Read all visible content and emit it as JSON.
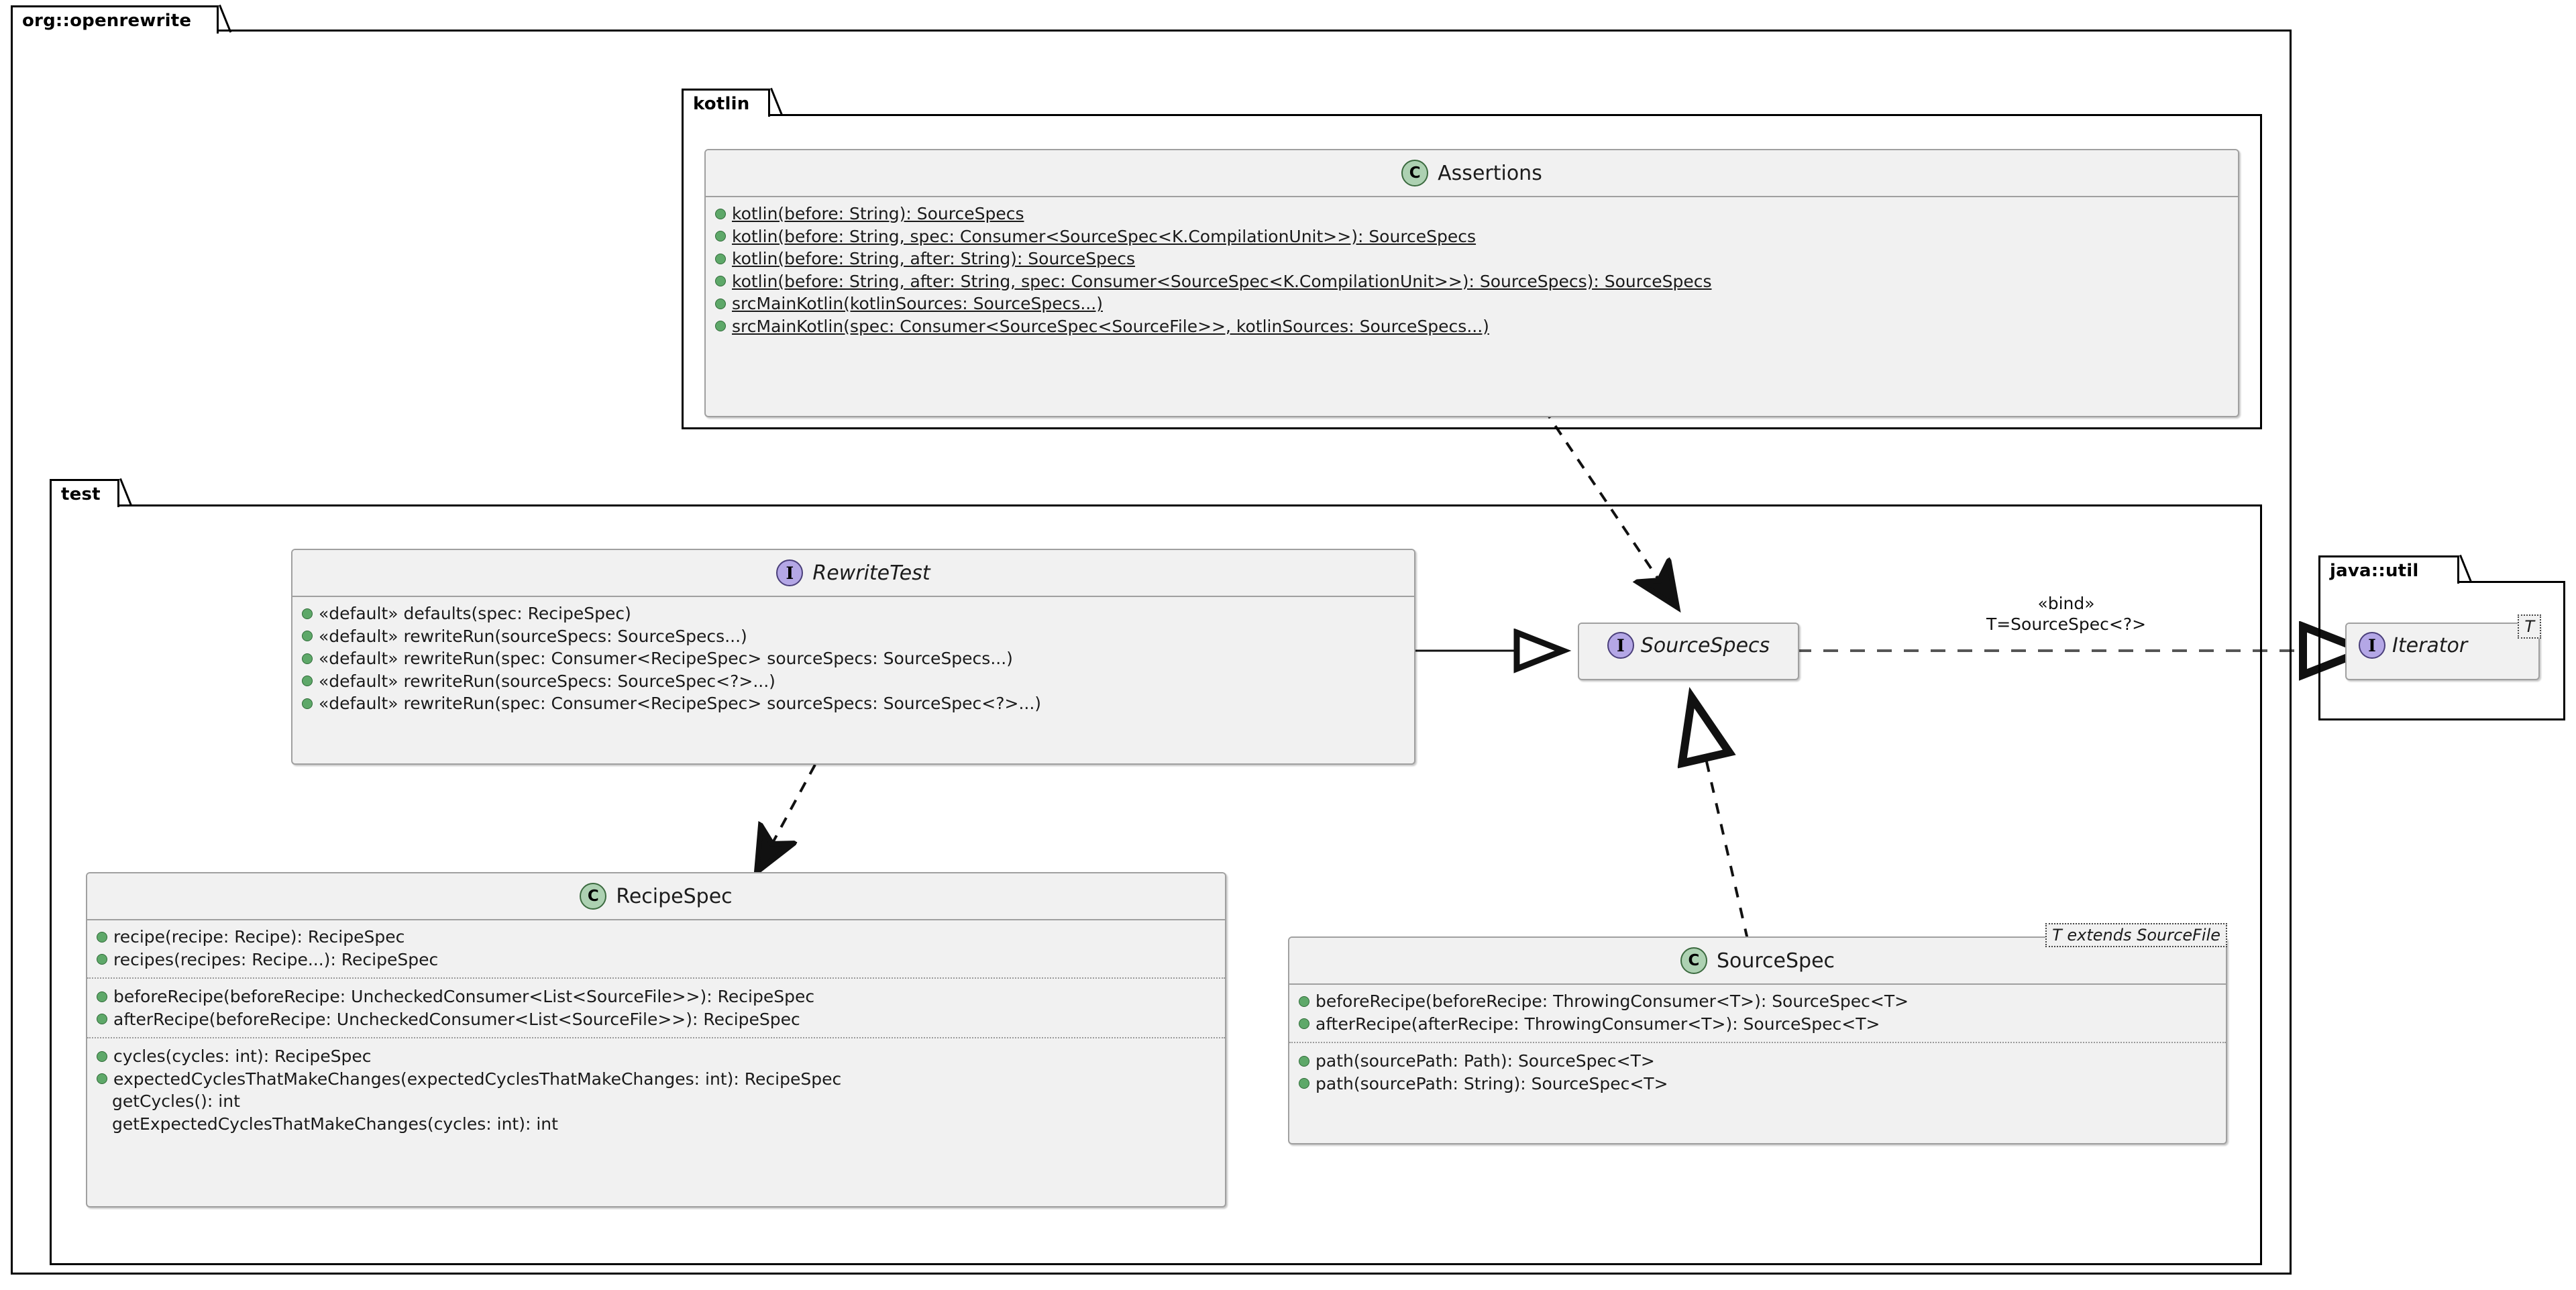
{
  "diagram": {
    "kind": "uml-class-diagram"
  },
  "packages": {
    "root": {
      "label": "org::openrewrite"
    },
    "kotlin": {
      "label": "kotlin"
    },
    "test": {
      "label": "test"
    },
    "javautil": {
      "label": "java::util"
    }
  },
  "nodes": {
    "assertions": {
      "stereotype_letter": "C",
      "stereotype_kind": "class",
      "name": "Assertions",
      "members": [
        {
          "visibility": "public",
          "static": true,
          "text": "kotlin(before: String): SourceSpecs"
        },
        {
          "visibility": "public",
          "static": true,
          "text": "kotlin(before: String, spec: Consumer<SourceSpec<K.CompilationUnit>>): SourceSpecs"
        },
        {
          "visibility": "public",
          "static": true,
          "text": "kotlin(before: String, after: String): SourceSpecs"
        },
        {
          "visibility": "public",
          "static": true,
          "text": "kotlin(before: String, after: String, spec: Consumer<SourceSpec<K.CompilationUnit>>): SourceSpecs): SourceSpecs"
        },
        {
          "visibility": "public",
          "static": true,
          "text": "srcMainKotlin(kotlinSources: SourceSpecs...)"
        },
        {
          "visibility": "public",
          "static": true,
          "text": "srcMainKotlin(spec: Consumer<SourceSpec<SourceFile>>, kotlinSources: SourceSpecs...)"
        }
      ]
    },
    "rewritetest": {
      "stereotype_letter": "I",
      "stereotype_kind": "interface",
      "name": "RewriteTest",
      "members": [
        {
          "visibility": "public",
          "static": false,
          "text": "«default» defaults(spec: RecipeSpec)"
        },
        {
          "visibility": "public",
          "static": false,
          "text": "«default» rewriteRun(sourceSpecs: SourceSpecs...)"
        },
        {
          "visibility": "public",
          "static": false,
          "text": "«default» rewriteRun(spec: Consumer<RecipeSpec> sourceSpecs: SourceSpecs...)"
        },
        {
          "visibility": "public",
          "static": false,
          "text": "«default» rewriteRun(sourceSpecs: SourceSpec<?>...)"
        },
        {
          "visibility": "public",
          "static": false,
          "text": "«default» rewriteRun(spec: Consumer<RecipeSpec> sourceSpecs: SourceSpec<?>...)"
        }
      ]
    },
    "sourcespecs": {
      "stereotype_letter": "I",
      "stereotype_kind": "interface",
      "name": "SourceSpecs",
      "members": []
    },
    "iterator": {
      "stereotype_letter": "I",
      "stereotype_kind": "interface",
      "name": "Iterator",
      "type_parameter": "T",
      "members": []
    },
    "recipespec": {
      "stereotype_letter": "C",
      "stereotype_kind": "class",
      "name": "RecipeSpec",
      "groups": [
        {
          "members": [
            {
              "visibility": "public",
              "static": false,
              "text": "recipe(recipe: Recipe): RecipeSpec"
            },
            {
              "visibility": "public",
              "static": false,
              "text": "recipes(recipes: Recipe...): RecipeSpec"
            }
          ]
        },
        {
          "members": [
            {
              "visibility": "public",
              "static": false,
              "text": "beforeRecipe(beforeRecipe: UncheckedConsumer<List<SourceFile>>): RecipeSpec"
            },
            {
              "visibility": "public",
              "static": false,
              "text": "afterRecipe(beforeRecipe: UncheckedConsumer<List<SourceFile>>): RecipeSpec"
            }
          ]
        },
        {
          "members": [
            {
              "visibility": "public",
              "static": false,
              "text": "cycles(cycles: int): RecipeSpec"
            },
            {
              "visibility": "public",
              "static": false,
              "text": "expectedCyclesThatMakeChanges(expectedCyclesThatMakeChanges: int): RecipeSpec"
            },
            {
              "visibility": "none",
              "static": false,
              "text": "getCycles(): int"
            },
            {
              "visibility": "none",
              "static": false,
              "text": "getExpectedCyclesThatMakeChanges(cycles: int): int"
            }
          ]
        }
      ]
    },
    "sourcespec": {
      "stereotype_letter": "C",
      "stereotype_kind": "class",
      "name": "SourceSpec",
      "type_parameter": "T extends SourceFile",
      "groups": [
        {
          "members": [
            {
              "visibility": "public",
              "static": false,
              "text": "beforeRecipe(beforeRecipe: ThrowingConsumer<T>): SourceSpec<T>"
            },
            {
              "visibility": "public",
              "static": false,
              "text": "afterRecipe(afterRecipe: ThrowingConsumer<T>): SourceSpec<T>"
            }
          ]
        },
        {
          "members": [
            {
              "visibility": "public",
              "static": false,
              "text": "path(sourcePath: Path): SourceSpec<T>"
            },
            {
              "visibility": "public",
              "static": false,
              "text": "path(sourcePath: String): SourceSpec<T>"
            }
          ]
        }
      ]
    }
  },
  "edges": {
    "bind": {
      "stereotype": "«bind»",
      "binding": "T=SourceSpec<?>"
    }
  },
  "colors": {
    "class_icon_fill": "#add1b2",
    "class_icon_stroke": "#3b6a3f",
    "interface_icon_fill": "#b4a7e6",
    "interface_icon_stroke": "#4a3f7a",
    "node_fill": "#f1f1f1",
    "node_border": "#a0a0a0",
    "visibility_public": "#5ea869",
    "package_border": "#000000"
  }
}
